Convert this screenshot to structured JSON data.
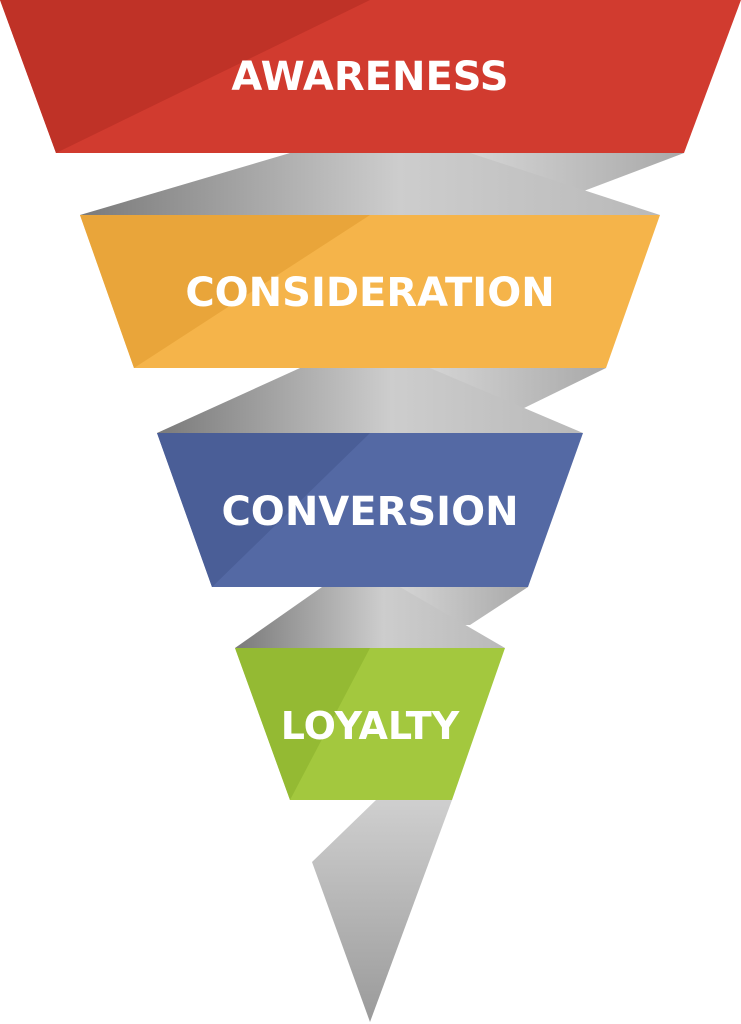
{
  "funnel": {
    "stages": [
      {
        "label": "AWARENESS",
        "color": "#d13b2f",
        "shade": "#bf3227"
      },
      {
        "label": "CONSIDERATION",
        "color": "#f5b44a",
        "shade": "#e9a53a"
      },
      {
        "label": "CONVERSION",
        "color": "#5469a4",
        "shade": "#4a5e97"
      },
      {
        "label": "LOYALTY",
        "color": "#a3c83e",
        "shade": "#94ba33"
      }
    ],
    "ribbon_colors": {
      "dark": "#7f7f7f",
      "mid": "#cfcfcf",
      "light": "#e6e6e6"
    }
  }
}
